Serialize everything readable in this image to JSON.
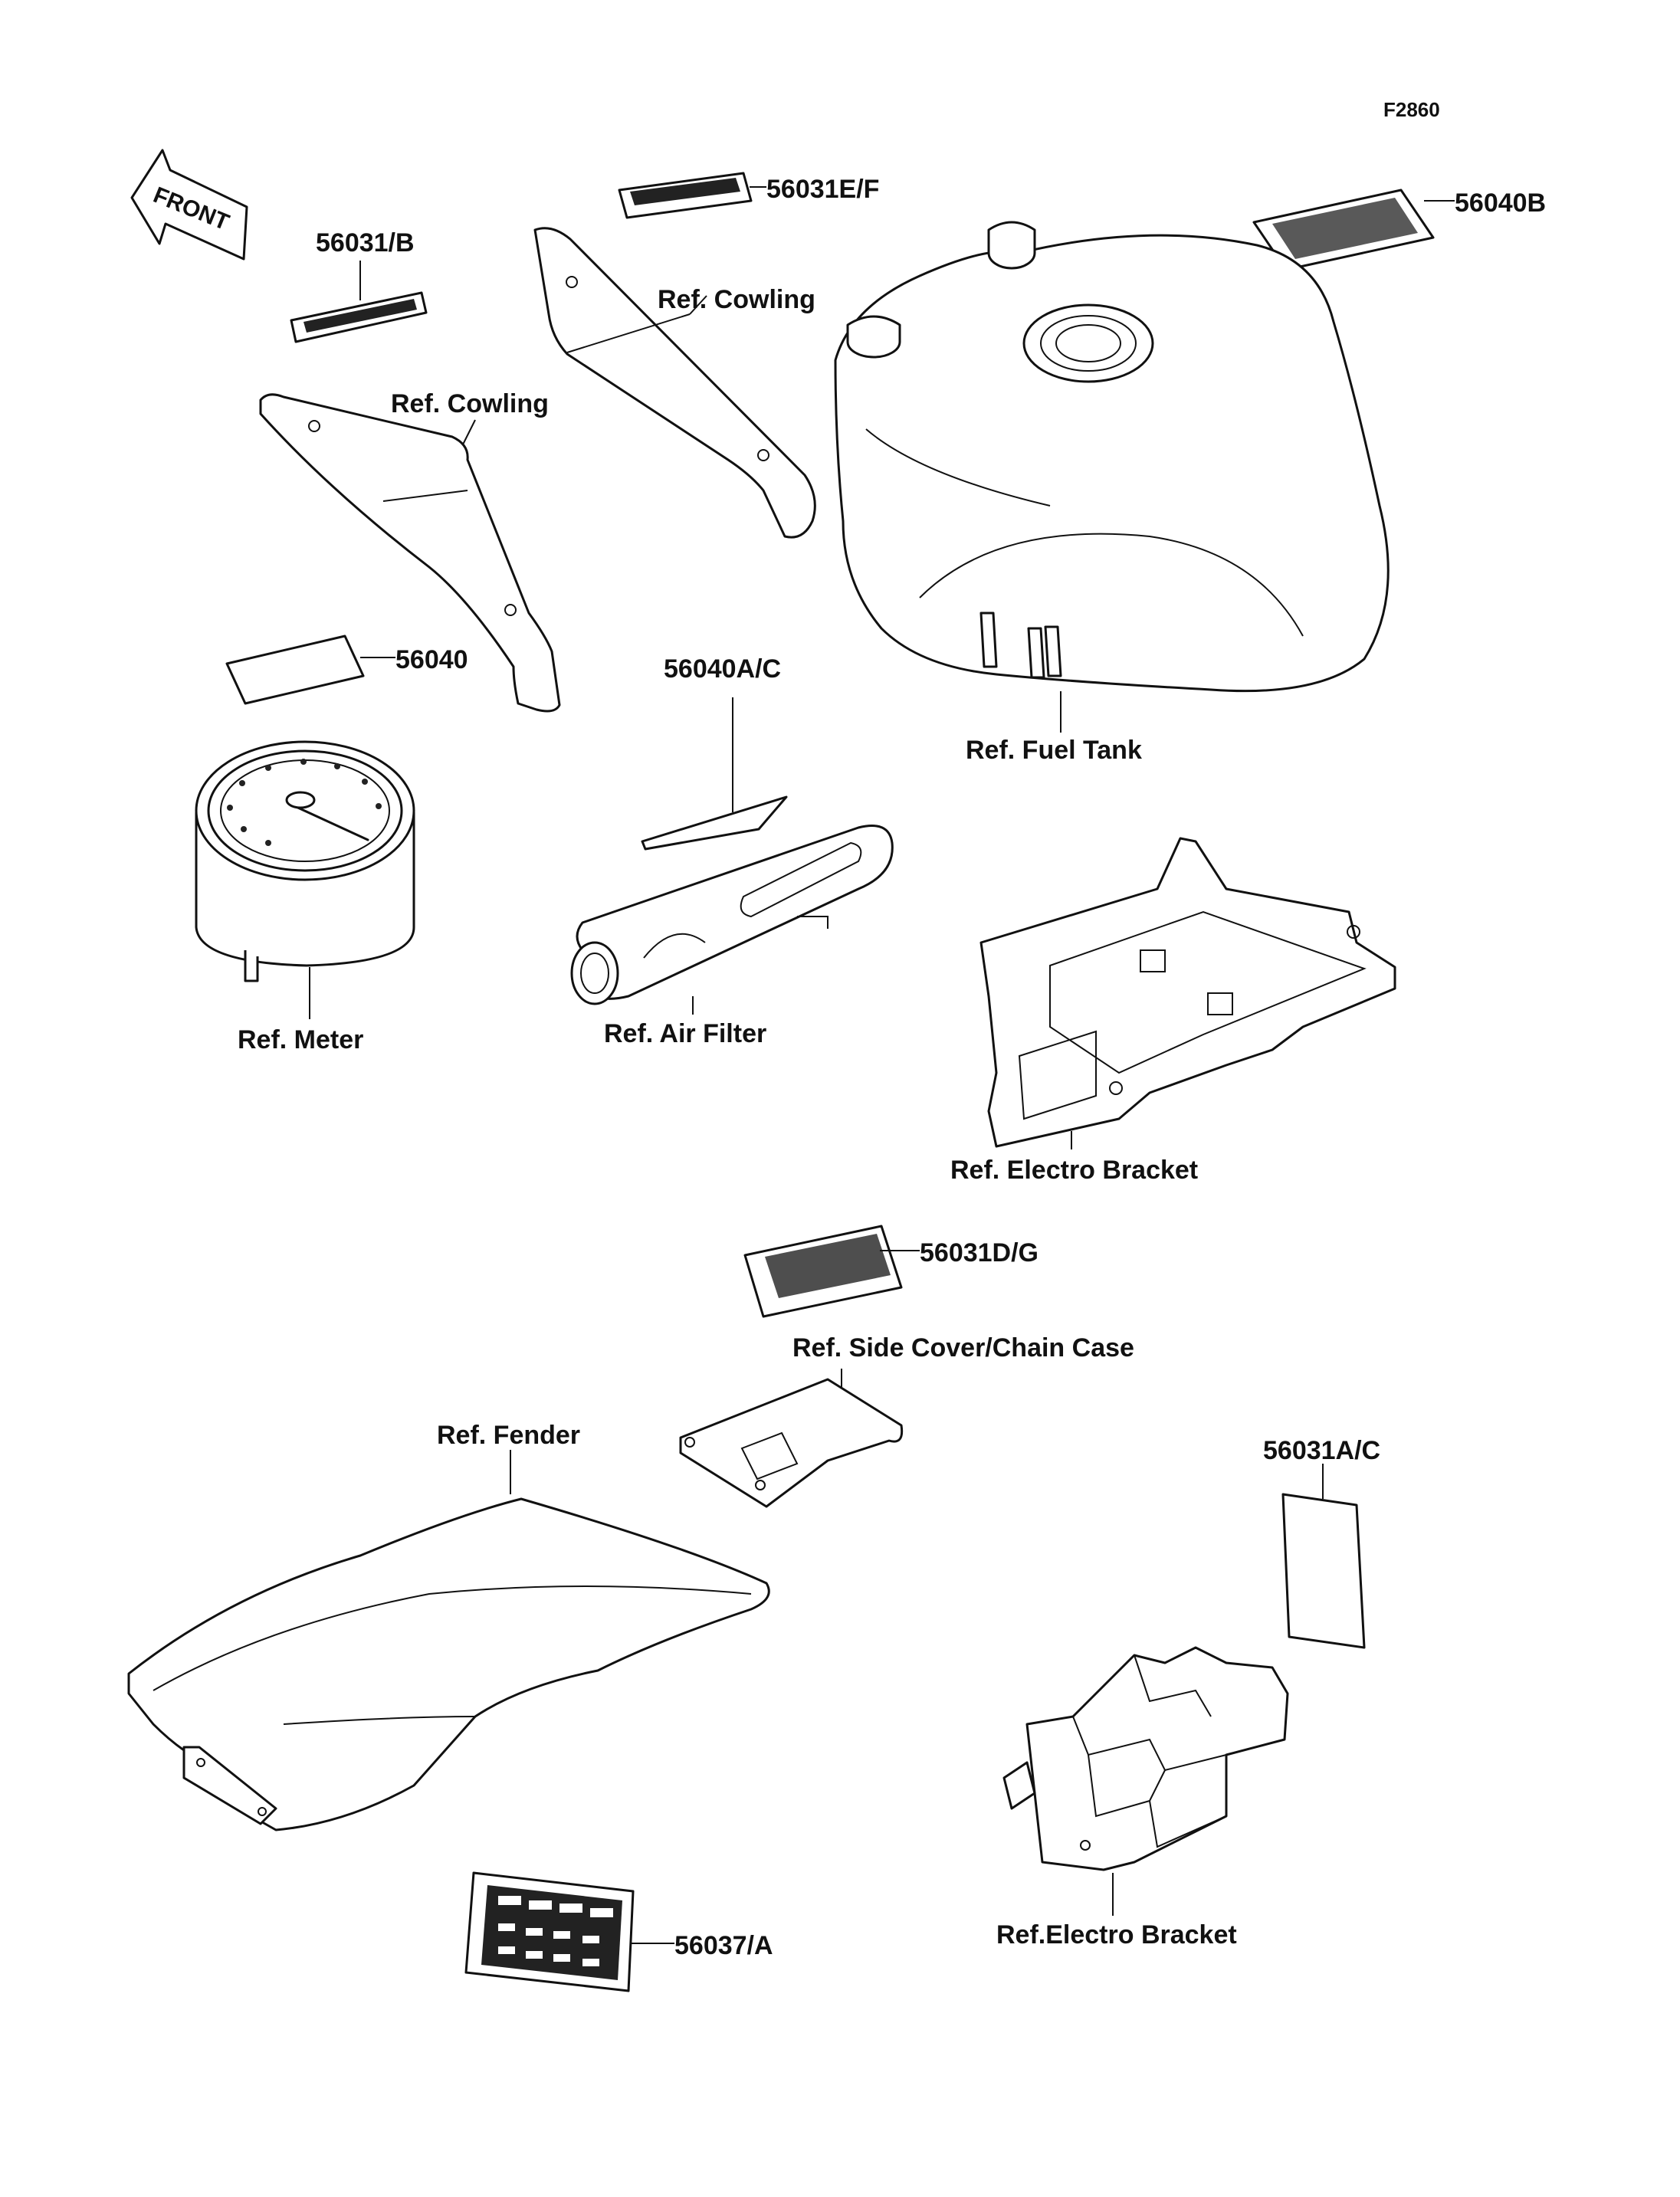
{
  "figure_code": "F2860",
  "front_arrow": "FRONT",
  "labels": {
    "p56031_b": "56031/B",
    "p56031_ef": "56031E/F",
    "p56040b": "56040B",
    "ref_cowling_left": "Ref. Cowling",
    "ref_cowling_right": "Ref. Cowling",
    "p56040": "56040",
    "p56040ac": "56040A/C",
    "ref_fuel_tank": "Ref. Fuel Tank",
    "ref_meter": "Ref. Meter",
    "ref_air_filter": "Ref. Air Filter",
    "ref_electro_bracket_upper": "Ref. Electro Bracket",
    "p56031dg": "56031D/G",
    "ref_side_cover": "Ref. Side Cover/Chain Case",
    "ref_fender": "Ref. Fender",
    "p56031ac": "56031A/C",
    "p56037a": "56037/A",
    "ref_electro_bracket_lower": "Ref.Electro Bracket"
  }
}
